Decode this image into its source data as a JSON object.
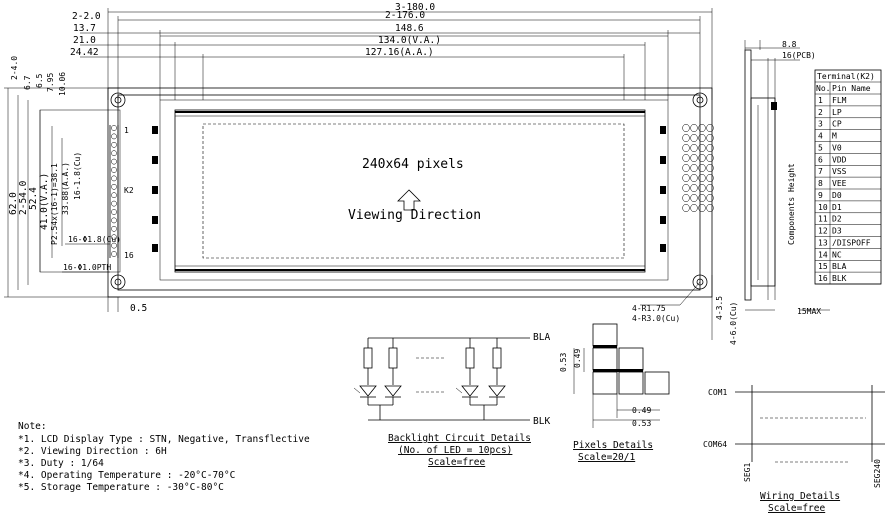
{
  "front_view": {
    "width_dims": [
      "3-180.0",
      "2-176.0",
      "13.7",
      "148.6",
      "21.0",
      "134.0(V.A.)",
      "24.42",
      "127.16(A.A.)"
    ],
    "height_dims": [
      "62.0",
      "2-54.0",
      "52.4",
      "41.0(V.A.)",
      "P2.54x(16-1)=38.1",
      "33.88(A.A.)",
      "16-1.8(Cu)",
      "2-4.0",
      "6.7",
      "6.5",
      "7.95",
      "10.06"
    ],
    "misc_dims": [
      "0.5",
      "16-Φ1.0PTH",
      "16-Φ1.8(Cu)",
      "4-R1.75",
      "4-R3.0(Cu)",
      "4-3.5",
      "4-6.0(Cu)"
    ],
    "pin_first": "1",
    "pin_last": "16",
    "connector_label": "K2",
    "pixels_label": "240x64 pixels",
    "viewing_label": "Viewing Direction"
  },
  "side_view": {
    "dims": [
      "8.8",
      "16(PCB)",
      "15MAX"
    ],
    "vertical_label": "Components Height"
  },
  "pin_table": {
    "title": "Terminal(K2)",
    "headers": [
      "No.",
      "Pin Name"
    ],
    "rows": [
      [
        "1",
        "FLM"
      ],
      [
        "2",
        "LP"
      ],
      [
        "3",
        "CP"
      ],
      [
        "4",
        "M"
      ],
      [
        "5",
        "V0"
      ],
      [
        "6",
        "VDD"
      ],
      [
        "7",
        "VSS"
      ],
      [
        "8",
        "VEE"
      ],
      [
        "9",
        "D0"
      ],
      [
        "10",
        "D1"
      ],
      [
        "11",
        "D2"
      ],
      [
        "12",
        "D3"
      ],
      [
        "13",
        "/DISPOFF"
      ],
      [
        "14",
        "NC"
      ],
      [
        "15",
        "BLA"
      ],
      [
        "16",
        "BLK"
      ]
    ]
  },
  "notes": {
    "title": "Note:",
    "items": [
      "*1. LCD Display Type : STN, Negative, Transflective",
      "*2. Viewing Direction : 6H",
      "*3. Duty : 1/64",
      "*4. Operating Temperature : -20°C-70°C",
      "*5. Storage Temperature : -30°C-80°C"
    ]
  },
  "backlight": {
    "bla": "BLA",
    "blk": "BLK",
    "title": "Backlight Circuit Details",
    "subtitle": "(No. of LED = 10pcs)",
    "scale": "Scale=free"
  },
  "pixels_detail": {
    "title": "Pixels Details",
    "scale": "Scale=20/1",
    "dims": [
      "0.53",
      "0.49",
      "0.49",
      "0.53"
    ]
  },
  "wiring": {
    "com_top": "COM1",
    "com_bottom": "COM64",
    "seg_left": "SEG1",
    "seg_right": "SEG240",
    "title": "Wiring Details",
    "scale": "Scale=free"
  }
}
